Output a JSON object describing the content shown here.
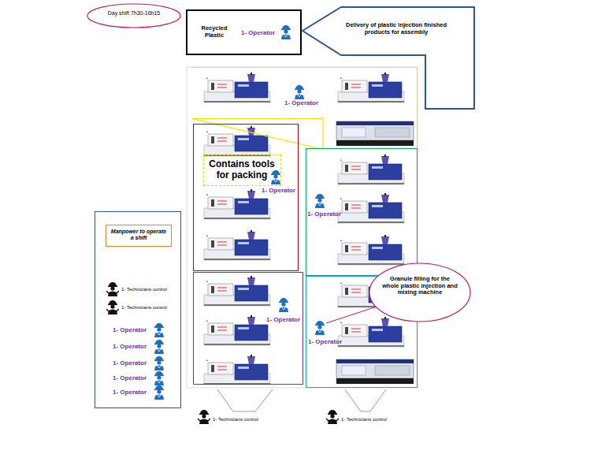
{
  "diagram": {
    "nodes": [
      {
        "text": [
          "Day shift 7h30-16h15"
        ]
      },
      {
        "text": [
          "Recycled Plastic",
          "1- Operator"
        ]
      },
      {
        "text": [
          "Delivery of plastic injection finished products for assembly"
        ]
      },
      {
        "text": [
          "1- Operator"
        ]
      },
      {
        "text": [
          "1- Operator"
        ]
      },
      {
        "text": [
          "Contains tools for packing"
        ],
        "in": 4
      },
      {
        "text": [
          "1- Operator"
        ]
      },
      {
        "text": [
          "1- Operator"
        ]
      },
      {
        "text": [
          "1- Operator"
        ]
      },
      {
        "text": [
          "Granule filling for the whole plastic injection and mixing machine"
        ]
      },
      {
        "text": [
          "1- Technicians control",
          "1- Technicians control",
          "1- Operator",
          "1- Operator",
          "1- Operator",
          "1- Operator",
          "1- Operator"
        ]
      },
      {
        "text": [
          "Manpower to operate a shift"
        ],
        "in": 10
      }
    ],
    "edges": [
      {
        "from": 9,
        "to": 8,
        "arrow": "none"
      }
    ],
    "labels": [
      "1- Technicians control",
      "1- Technicians control"
    ]
  }
}
